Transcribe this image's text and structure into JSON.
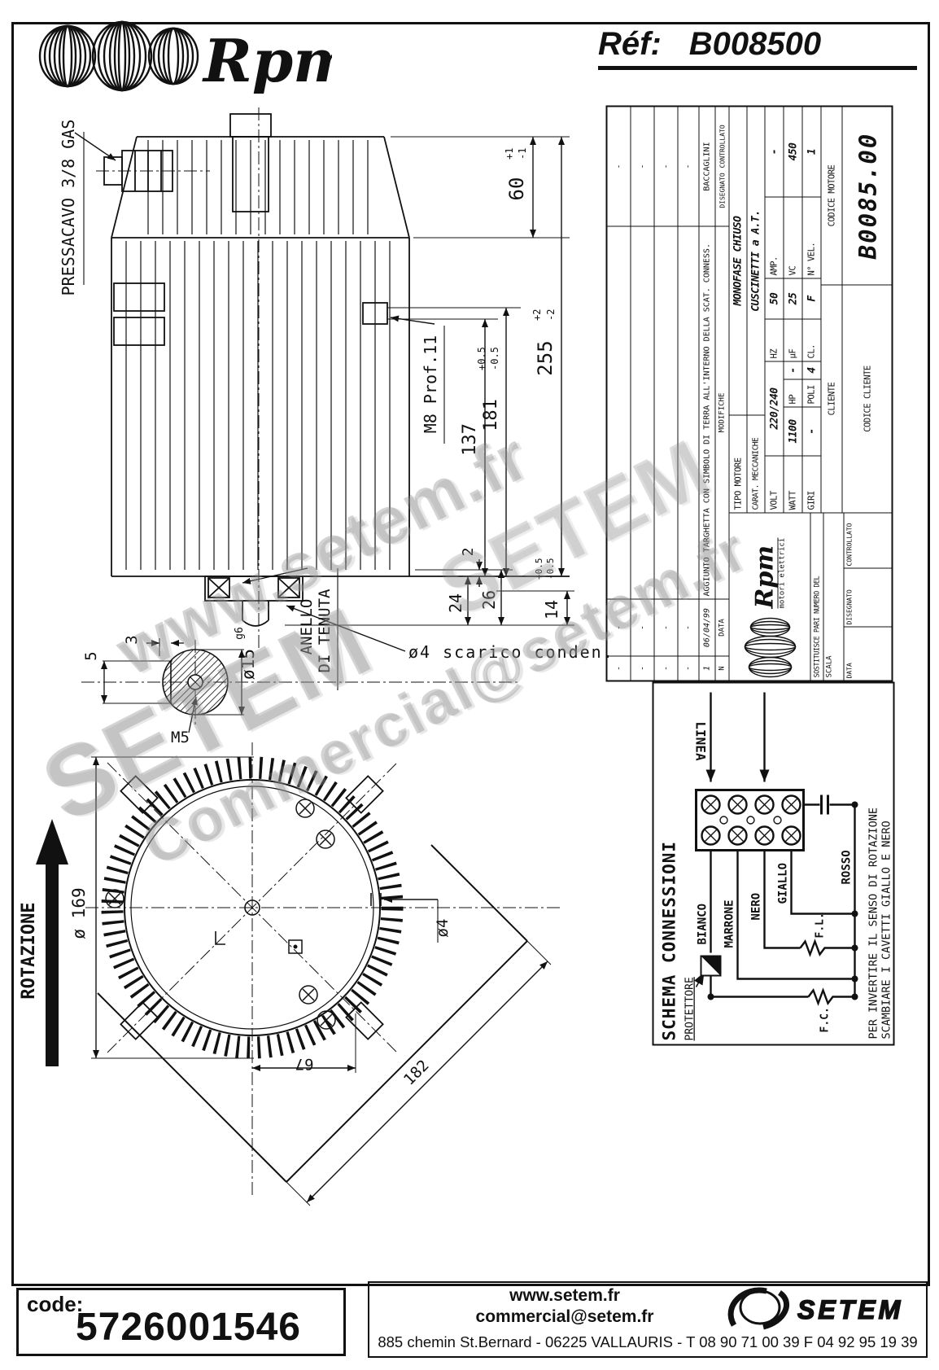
{
  "header": {
    "brand": "Rpm",
    "ref_label": "Réf:",
    "ref_value": "B008500"
  },
  "watermarks": {
    "wm1": "www.setem.fr",
    "wm2": "SETEM",
    "wm3": "Commercial@setem.fr",
    "wm4": "SETEM"
  },
  "side_view": {
    "pressacavo": "PRESSACAVO 3/8 GAS",
    "dim_60": "60",
    "tol_60_p": "+1",
    "tol_60_m": "-1",
    "dim_255": "255",
    "tol_255_p": "+2",
    "tol_255_m": "-2",
    "dim_181": "181",
    "tol_181_p": "+0.5",
    "tol_181_m": "-0.5",
    "dim_137": "137",
    "m8": "M8 Prof.11",
    "dim_2": "2",
    "dim_24": "24",
    "dim_26": "26",
    "dim_14": "14",
    "tol_14_p": "+0.5",
    "tol_14_m": "-0.5",
    "scarico": "ø4 scarico conden.",
    "anello_1": "ANELLO",
    "anello_2": "DI TENUTA",
    "shaft_dia": "ø15",
    "shaft_fit": "g6",
    "dim_5": "5",
    "dim_3": "3",
    "m5": "M5"
  },
  "front_view": {
    "rotazione": "ROTAZIONE",
    "dia_169": "ø 169",
    "dim_67": "67",
    "dim_182": "182",
    "dia_4": "ø4"
  },
  "title_block": {
    "revisions": [
      {
        "n": "-",
        "date": "-",
        "desc": "",
        "name": "-"
      },
      {
        "n": "-",
        "date": "-",
        "desc": "",
        "name": "-"
      },
      {
        "n": "-",
        "date": "-",
        "desc": "",
        "name": "-"
      },
      {
        "n": "-",
        "date": "-",
        "desc": "",
        "name": "-"
      },
      {
        "n": "1",
        "date": "06/04/99",
        "desc": "AGGIUNTO TARGHETTA CON SIMBOLO DI TERRA ALL'INTERNO DELLA SCAT. CONNESS.",
        "name": "BACCAGLINI"
      }
    ],
    "headers": {
      "n": "N",
      "date": "DATA",
      "desc": "MODIFICHE",
      "drawn": "DISEGNATO",
      "checked": "CONTROLLATO"
    },
    "logo": {
      "brand": "Rpm",
      "sub": "motori elettrici"
    },
    "sostituisce": "SOSTITUISCE PARI NUMERO DEL",
    "scala": "SCALA",
    "data": "DATA",
    "disegnato": "DISEGNATO",
    "controllato": "CONTROLLATO",
    "tipo_motore_label": "TIPO MOTORE",
    "tipo_motore": "MONOFASE CHIUSO",
    "carat_label": "CARAT. MECCANICHE",
    "carat": "CUSCINETTI a A.T.",
    "volt_label": "VOLT",
    "volt": "220/240",
    "hz_label": "HZ",
    "hz": "50",
    "amp_label": "AMP.",
    "amp": "-",
    "watt_label": "WATT",
    "watt": "1100",
    "hp_label": "HP",
    "hp": "-",
    "uf_label": "µF",
    "uf": "25",
    "vc_label": "VC",
    "vc": "450",
    "giri_label": "GIRI",
    "giri": "-",
    "poli_label": "POLI",
    "poli": "4",
    "cl_label": "CL.",
    "cl": "F",
    "nvel_label": "N° VEL.",
    "nvel": "1",
    "cliente": "CLIENTE",
    "codice_motore_label": "CODICE MOTORE",
    "codice_motore": "B0085.00",
    "codice_cliente": "CODICE CLIENTE"
  },
  "schema": {
    "title": "SCHEMA CONNESSIONI",
    "linea": "LINEA",
    "protettore": "PROTETTORE",
    "wires": {
      "bianco": "BIANCO",
      "marrone": "MARRONE",
      "nero": "NERO",
      "giallo": "GIALLO",
      "rosso": "ROSSO"
    },
    "fl": "F.L.",
    "fc": "F.C.",
    "note1": "PER INVERTIRE IL SENSO DI ROTAZIONE",
    "note2": "SCAMBIARE I CAVETTI GIALLO E NERO"
  },
  "footer": {
    "code_label": "code:",
    "code_value": "5726001546",
    "site": "www.setem.fr",
    "email": "commercial@setem.fr",
    "brand": "SETEM",
    "address": "885 chemin St.Bernard  -  06225 VALLAURIS  -  T 08 90 71 00 39   F 04 92 95 19 39"
  }
}
